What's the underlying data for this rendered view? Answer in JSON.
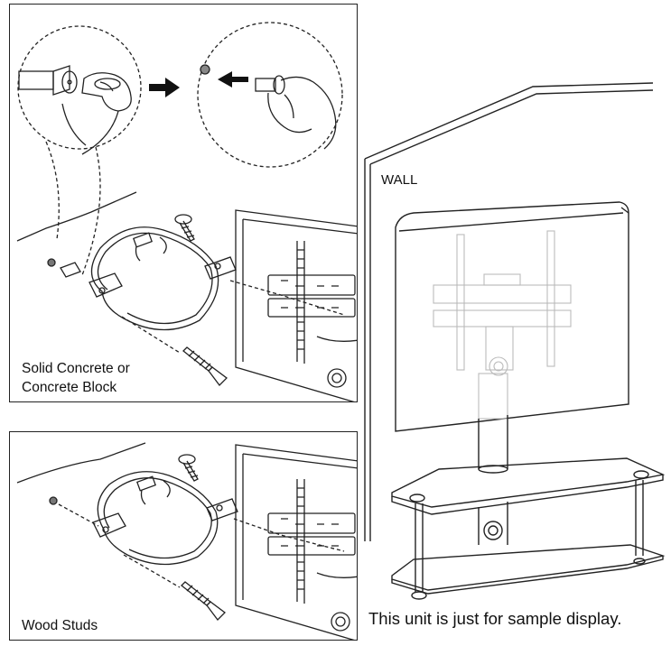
{
  "panels": {
    "top": {
      "label": "Solid Concrete or\nConcrete Block"
    },
    "bottom": {
      "label": "Wood Studs"
    }
  },
  "right": {
    "wall_label": "WALL",
    "caption": "This unit is just for sample display."
  },
  "icons": {
    "arrow": "black-arrow-right",
    "hand": "fingers-pressing-anchor",
    "screw": "wood-screw",
    "strap": "safety-strap-loop"
  }
}
